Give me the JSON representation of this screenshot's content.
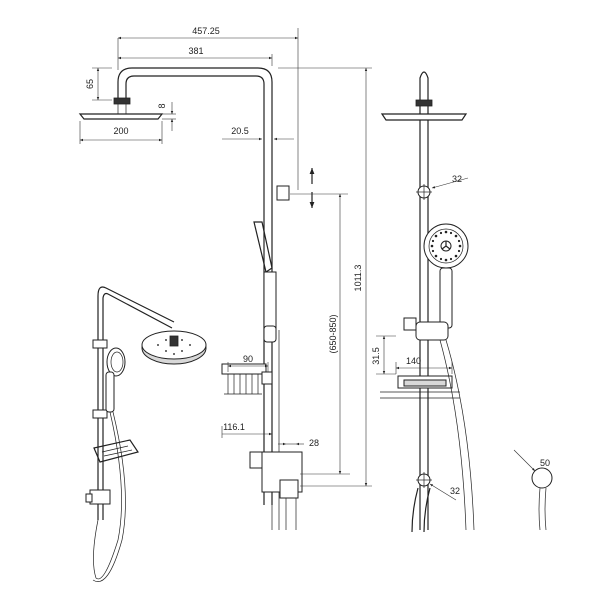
{
  "dimensions": {
    "total_width": "457.25",
    "arm_width": "381",
    "head_height": "65",
    "head_thickness": "8",
    "head_diameter": "200",
    "riser_diameter": "20.5",
    "total_height": "1011.3",
    "slide_range": "(650-850)",
    "dish_width": "90",
    "bracket_height": "31.5",
    "dish_depth": "140",
    "outlet_width": "116.1",
    "outlet_offset": "28",
    "mid_bracket": "32",
    "low_bracket": "32",
    "flange_diameter": "50"
  }
}
